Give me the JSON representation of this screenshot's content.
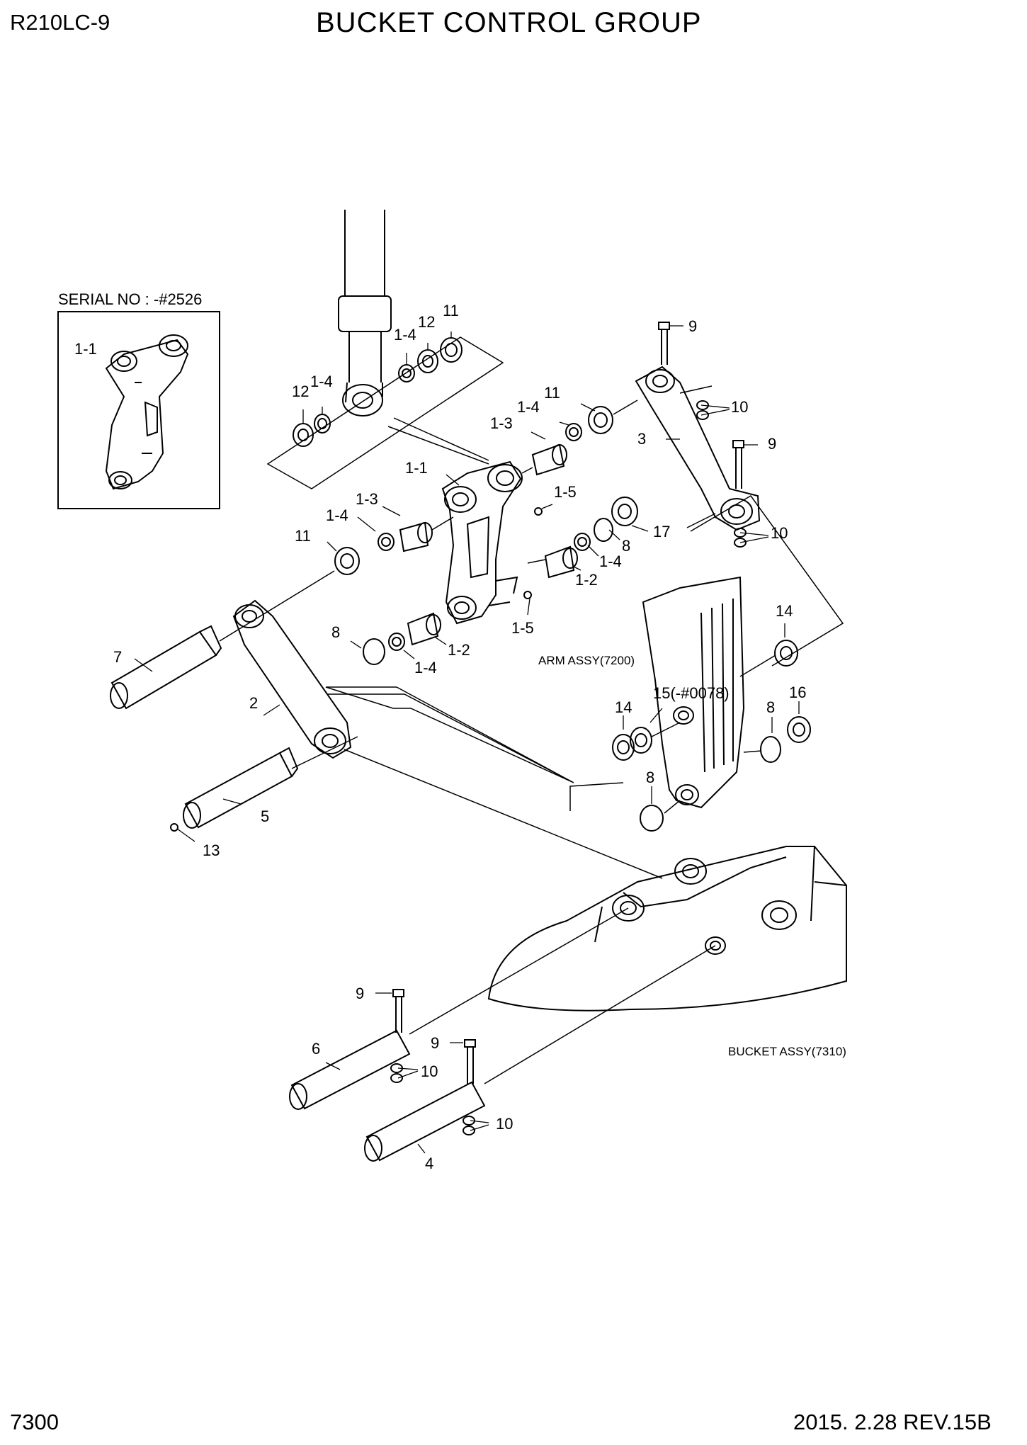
{
  "header": {
    "model": "R210LC-9",
    "title": "BUCKET CONTROL GROUP"
  },
  "footer": {
    "page_number": "7300",
    "revision": "2015. 2.28  REV.15B"
  },
  "inset": {
    "label": "SERIAL NO : -#2526",
    "callout": "1-1"
  },
  "assemblies": {
    "arm": "ARM ASSY(7200)",
    "bucket": "BUCKET ASSY(7310)"
  },
  "callouts": {
    "c01": "11",
    "c02": "12",
    "c03": "1-4",
    "c04": "12",
    "c05": "1-4",
    "c06": "9",
    "c07": "11",
    "c08": "1-4",
    "c09": "10",
    "c10": "1-3",
    "c11": "3",
    "c12": "9",
    "c13": "1-1",
    "c14": "1-5",
    "c15": "1-3",
    "c16": "1-4",
    "c17": "8",
    "c18": "17",
    "c19": "10",
    "c20": "11",
    "c21": "1-4",
    "c22": "1-2",
    "c23": "14",
    "c24": "8",
    "c25": "1-5",
    "c26": "1-2",
    "c27": "7",
    "c28": "1-4",
    "c29": "16",
    "c30": "15(-#0078)",
    "c31": "14",
    "c32": "8",
    "c33": "2",
    "c34": "8",
    "c35": "5",
    "c36": "13",
    "c37": "9",
    "c38": "9",
    "c39": "6",
    "c40": "10",
    "c41": "10",
    "c42": "4"
  }
}
